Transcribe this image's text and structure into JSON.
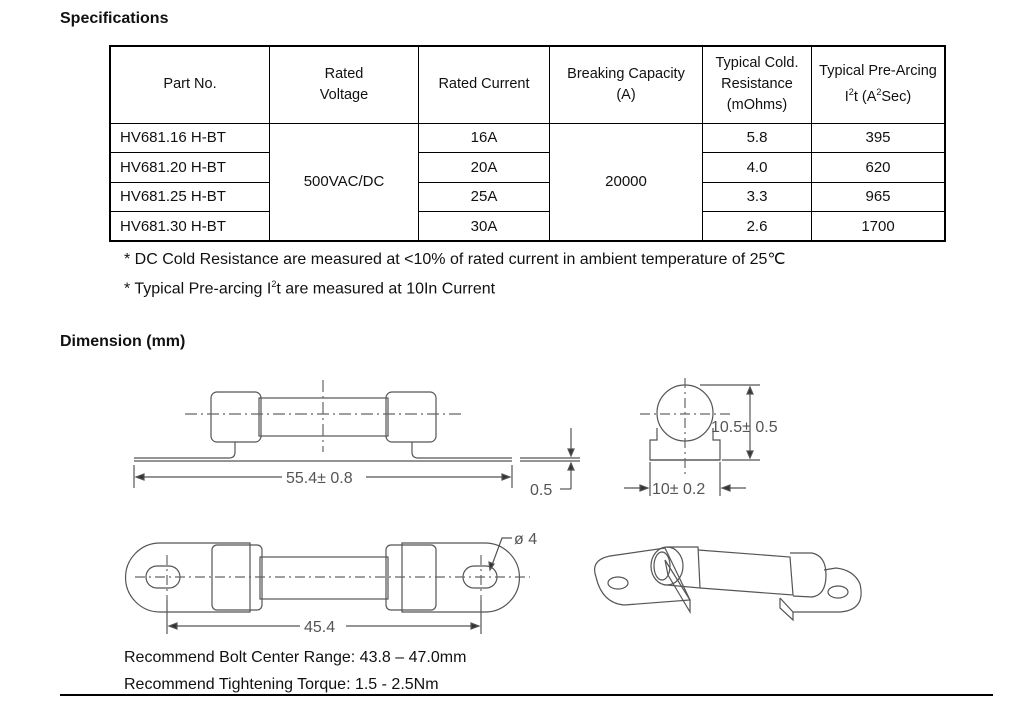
{
  "spec_heading": "Specifications",
  "table": {
    "headers": {
      "part": "Part No.",
      "voltage": [
        "Rated",
        "Voltage"
      ],
      "current": "Rated Current",
      "breaking": [
        "Breaking Capacity",
        "(A)"
      ],
      "resistance": [
        "Typical Cold.",
        "Resistance",
        "(mOhms)"
      ],
      "prearc_line1": "Typical Pre-Arcing",
      "prearc_i": "I",
      "prearc_sup1": "2",
      "prearc_t": "t (A",
      "prearc_sup2": "2",
      "prearc_end": "Sec)"
    },
    "voltage": "500VAC/DC",
    "breaking": "20000",
    "rows": [
      {
        "part": "HV681.16 H-BT",
        "current": "16A",
        "resistance": "5.8",
        "prearc": "395"
      },
      {
        "part": "HV681.20 H-BT",
        "current": "20A",
        "resistance": "4.0",
        "prearc": "620"
      },
      {
        "part": "HV681.25 H-BT",
        "current": "25A",
        "resistance": "3.3",
        "prearc": "965"
      },
      {
        "part": "HV681.30 H-BT",
        "current": "30A",
        "resistance": "2.6",
        "prearc": "1700"
      }
    ]
  },
  "notes": {
    "note1": "* DC Cold Resistance are measured at <10% of rated current in ambient temperature of 25℃",
    "note2_a": "* Typical Pre-arcing I",
    "note2_sup": "2",
    "note2_b": "t are measured at 10In Current"
  },
  "dim_heading": "Dimension (mm)",
  "drawing": {
    "len_total": "55.4± 0.8",
    "thickness": "0.5",
    "height": "10.5± 0.5",
    "width": "10± 0.2",
    "hole": "ø 4",
    "bolt_center": "45.4"
  },
  "recommend": {
    "bolt_range": "Recommend Bolt Center Range: 43.8 – 47.0mm",
    "torque": "Recommend Tightening Torque: 1.5 - 2.5Nm"
  }
}
